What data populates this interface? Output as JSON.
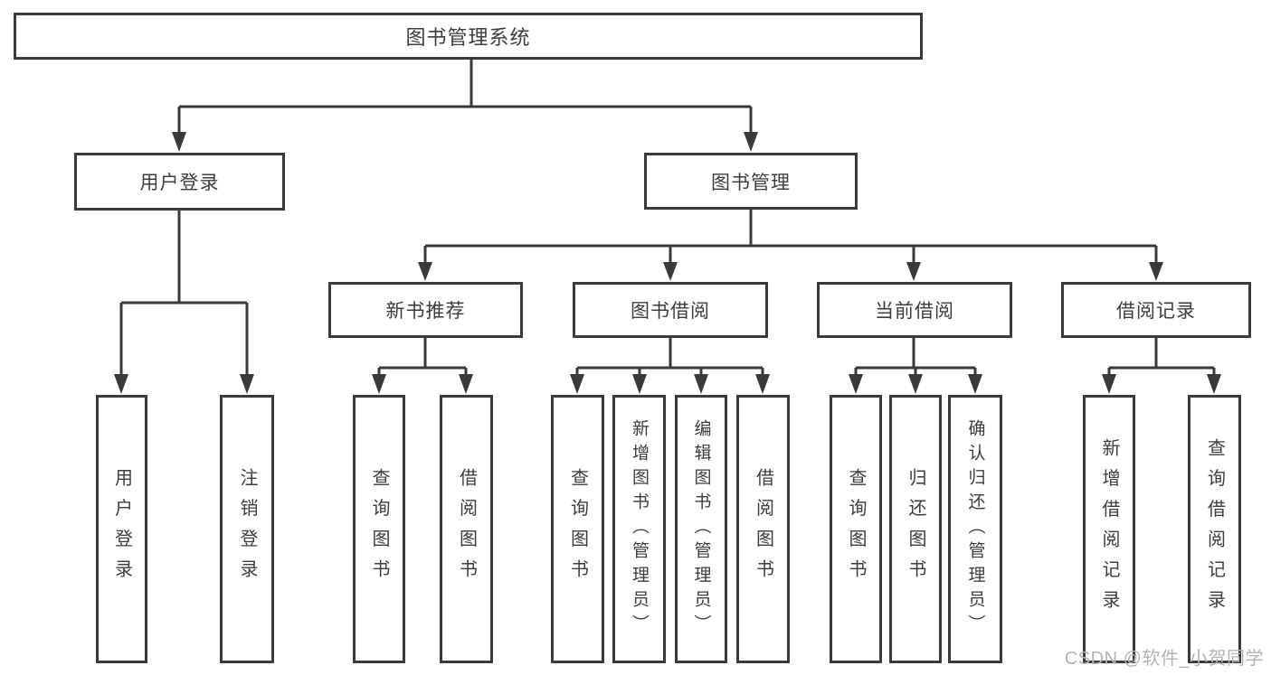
{
  "tree": {
    "root": "图书管理系统",
    "children": [
      {
        "label": "用户登录",
        "children": [
          "用户登录",
          "注销登录"
        ]
      },
      {
        "label": "图书管理",
        "children": [
          {
            "label": "新书推荐",
            "children": [
              "查询图书",
              "借阅图书"
            ]
          },
          {
            "label": "图书借阅",
            "children": [
              "查询图书",
              "新增图书（管理员）",
              "编辑图书（管理员）",
              "借阅图书"
            ]
          },
          {
            "label": "当前借阅",
            "children": [
              "查询图书",
              "归还图书",
              "确认归还（管理员）"
            ]
          },
          {
            "label": "借阅记录",
            "children": [
              "新增借阅记录",
              "查询借阅记录"
            ]
          }
        ]
      }
    ]
  },
  "watermark": {
    "text": "CSDN @软件_小贺同学"
  },
  "colors": {
    "line": "#3a3a3a",
    "box_border": "#3a3a3a",
    "text": "#3d3d3d",
    "background": "#ffffff",
    "watermark": "#b3b3b3"
  }
}
